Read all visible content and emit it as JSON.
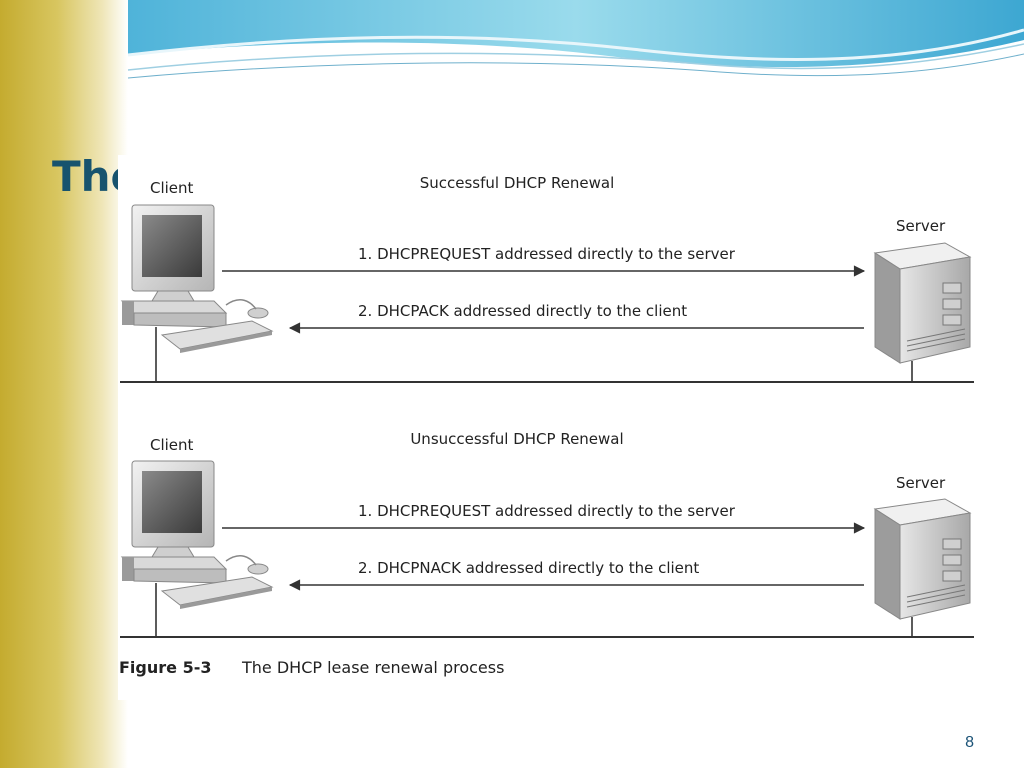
{
  "slide": {
    "title": "The",
    "page_number": "8"
  },
  "figure": {
    "caption_label": "Figure 5-3",
    "caption_text": "The DHCP lease renewal process",
    "panels": [
      {
        "heading": "Successful DHCP Renewal",
        "client_label": "Client",
        "server_label": "Server",
        "messages": [
          {
            "text": "1. DHCPREQUEST addressed directly to the server",
            "direction": "client-to-server"
          },
          {
            "text": "2. DHCPACK addressed directly to the client",
            "direction": "server-to-client"
          }
        ]
      },
      {
        "heading": "Unsuccessful DHCP Renewal",
        "client_label": "Client",
        "server_label": "Server",
        "messages": [
          {
            "text": "1. DHCPREQUEST addressed directly to the server",
            "direction": "client-to-server"
          },
          {
            "text": "2. DHCPNACK addressed directly to the client",
            "direction": "server-to-client"
          }
        ]
      }
    ]
  },
  "colors": {
    "title": "#17536e",
    "left_bar": "#c9b23a",
    "wave": "#7fd0e8"
  }
}
